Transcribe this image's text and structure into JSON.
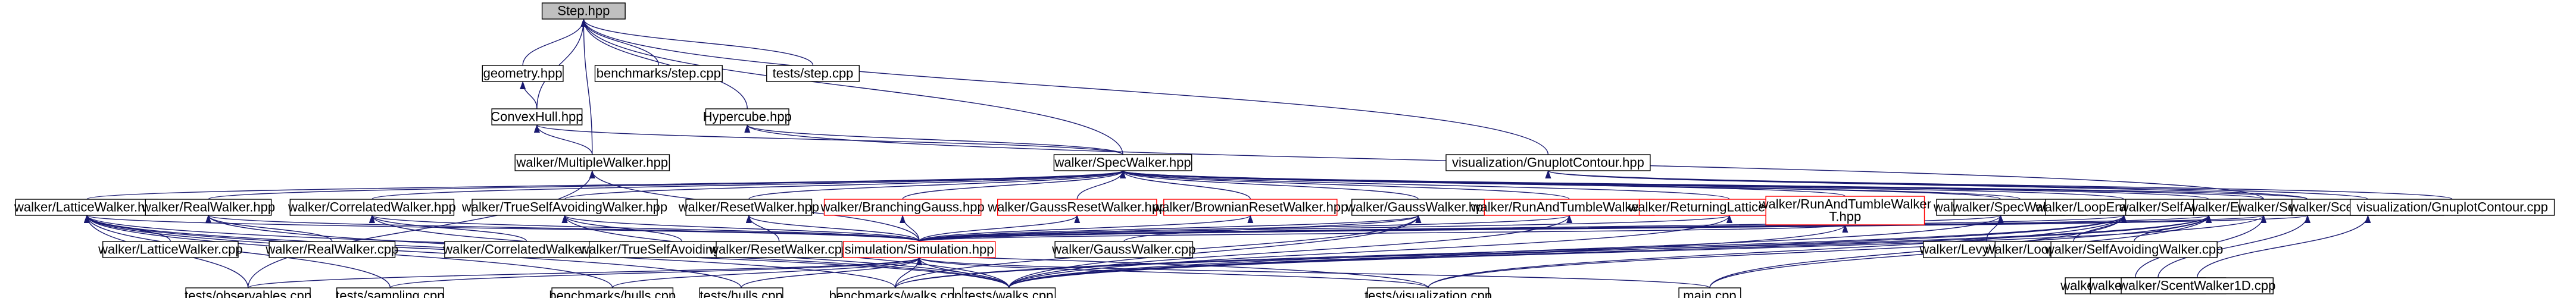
{
  "colors": {
    "background": "#ffffff",
    "node_fill": "#ffffff",
    "node_stroke": "#000000",
    "highlight_fill": "#bfbfbf",
    "highlight_stroke": "#000000",
    "link_stroke": "#ff0000",
    "edge": "#191970",
    "text": "#000000"
  },
  "nodes": [
    {
      "id": "step",
      "label": "Step.hpp",
      "style": "highlight"
    },
    {
      "id": "geometry",
      "label": "geometry.hpp",
      "style": "normal"
    },
    {
      "id": "bench_step",
      "label": "benchmarks/step.cpp",
      "style": "normal"
    },
    {
      "id": "tests_step",
      "label": "tests/step.cpp",
      "style": "normal"
    },
    {
      "id": "convexhull",
      "label": "ConvexHull.hpp",
      "style": "normal"
    },
    {
      "id": "hypercube",
      "label": "Hypercube.hpp",
      "style": "normal"
    },
    {
      "id": "multiple",
      "label": "walker/MultipleWalker.hpp",
      "style": "normal"
    },
    {
      "id": "spec",
      "label": "walker/SpecWalker.hpp",
      "style": "normal"
    },
    {
      "id": "gnuplot",
      "label": "visualization/GnuplotContour.hpp",
      "style": "normal"
    },
    {
      "id": "lattice",
      "label": "walker/LatticeWalker.hpp",
      "style": "normal"
    },
    {
      "id": "real",
      "label": "walker/RealWalker.hpp",
      "style": "normal"
    },
    {
      "id": "correlated",
      "label": "walker/CorrelatedWalker.hpp",
      "style": "normal"
    },
    {
      "id": "truesaw",
      "label": "walker/TrueSelfAvoidingWalker.hpp",
      "style": "normal"
    },
    {
      "id": "reset",
      "label": "walker/ResetWalker.hpp",
      "style": "normal"
    },
    {
      "id": "branching",
      "label": "walker/BranchingGauss.hpp",
      "style": "link"
    },
    {
      "id": "gaussreset",
      "label": "walker/GaussResetWalker.hpp",
      "style": "link"
    },
    {
      "id": "brownreset",
      "label": "walker/BrownianResetWalker.hpp",
      "style": "link"
    },
    {
      "id": "gauss",
      "label": "walker/GaussWalker.hpp",
      "style": "normal"
    },
    {
      "id": "runtumble",
      "label": "walker/RunAndTumbleWalker.hpp",
      "style": "link"
    },
    {
      "id": "returning",
      "label": "walker/ReturningLatticeWalker.hpp",
      "style": "link"
    },
    {
      "id": "runtumblet",
      "label": "walker/RunAndTumbleWalker\nT.hpp",
      "style": "link"
    },
    {
      "id": "levy",
      "label": "walker/LevyWalker.hpp",
      "style": "normal"
    },
    {
      "id": "spec_cpp",
      "label": "walker/SpecWalker.cpp",
      "style": "normal"
    },
    {
      "id": "looperased",
      "label": "walker/LoopErasedWalker.hpp",
      "style": "normal"
    },
    {
      "id": "saw",
      "label": "walker/SelfAvoidingWalker.hpp",
      "style": "normal"
    },
    {
      "id": "escape",
      "label": "walker/EscapeWalker.hpp",
      "style": "normal"
    },
    {
      "id": "scent",
      "label": "walker/ScentWalker.hpp",
      "style": "normal"
    },
    {
      "id": "scent1d",
      "label": "walker/ScentWalker1D.hpp",
      "style": "normal"
    },
    {
      "id": "gnuplot_cpp",
      "label": "visualization/GnuplotContour.cpp",
      "style": "normal"
    },
    {
      "id": "lattice_cpp",
      "label": "walker/LatticeWalker.cpp",
      "style": "normal"
    },
    {
      "id": "real_cpp",
      "label": "walker/RealWalker.cpp",
      "style": "normal"
    },
    {
      "id": "correlated_cpp",
      "label": "walker/CorrelatedWalker.cpp",
      "style": "normal"
    },
    {
      "id": "truesaw_cpp",
      "label": "walker/TrueSelfAvoidingWalker.cpp",
      "style": "normal"
    },
    {
      "id": "reset_cpp",
      "label": "walker/ResetWalker.cpp",
      "style": "normal"
    },
    {
      "id": "simulation",
      "label": "simulation/Simulation.hpp",
      "style": "link"
    },
    {
      "id": "gauss_cpp",
      "label": "walker/GaussWalker.cpp",
      "style": "normal"
    },
    {
      "id": "levy_cpp",
      "label": "walker/LevyWalker.cpp",
      "style": "normal"
    },
    {
      "id": "looperased_cpp",
      "label": "walker/LoopErasedWalker.cpp",
      "style": "normal"
    },
    {
      "id": "saw_cpp",
      "label": "walker/SelfAvoidingWalker.cpp",
      "style": "normal"
    },
    {
      "id": "escape_cpp",
      "label": "walker/EscapeWalker.cpp",
      "style": "normal"
    },
    {
      "id": "scent_cpp",
      "label": "walker/ScentWalker.cpp",
      "style": "normal"
    },
    {
      "id": "scent1d_cpp",
      "label": "walker/ScentWalker1D.cpp",
      "style": "normal"
    },
    {
      "id": "tests_obs",
      "label": "tests/observables.cpp",
      "style": "normal"
    },
    {
      "id": "tests_sampling",
      "label": "tests/sampling.cpp",
      "style": "normal"
    },
    {
      "id": "bench_hulls",
      "label": "benchmarks/hulls.cpp",
      "style": "normal"
    },
    {
      "id": "tests_hulls",
      "label": "tests/hulls.cpp",
      "style": "normal"
    },
    {
      "id": "bench_walks",
      "label": "benchmarks/walks.cpp",
      "style": "normal"
    },
    {
      "id": "tests_walks",
      "label": "tests/walks.cpp",
      "style": "normal"
    },
    {
      "id": "tests_vis",
      "label": "tests/visualization.cpp",
      "style": "normal"
    },
    {
      "id": "main",
      "label": "main.cpp",
      "style": "normal"
    }
  ],
  "edges": [
    [
      "geometry",
      "step"
    ],
    [
      "bench_step",
      "step"
    ],
    [
      "tests_step",
      "step"
    ],
    [
      "convexhull",
      "step"
    ],
    [
      "hypercube",
      "step"
    ],
    [
      "multiple",
      "step"
    ],
    [
      "spec",
      "step"
    ],
    [
      "gnuplot",
      "step"
    ],
    [
      "convexhull",
      "geometry"
    ],
    [
      "multiple",
      "convexhull"
    ],
    [
      "spec",
      "convexhull"
    ],
    [
      "spec",
      "hypercube"
    ],
    [
      "lattice",
      "spec"
    ],
    [
      "real",
      "spec"
    ],
    [
      "correlated",
      "spec"
    ],
    [
      "truesaw",
      "spec"
    ],
    [
      "reset",
      "spec"
    ],
    [
      "branching",
      "spec"
    ],
    [
      "gaussreset",
      "spec"
    ],
    [
      "brownreset",
      "spec"
    ],
    [
      "gauss",
      "spec"
    ],
    [
      "runtumble",
      "spec"
    ],
    [
      "returning",
      "spec"
    ],
    [
      "runtumblet",
      "spec"
    ],
    [
      "levy",
      "spec"
    ],
    [
      "spec_cpp",
      "spec"
    ],
    [
      "looperased",
      "spec"
    ],
    [
      "saw",
      "spec"
    ],
    [
      "escape",
      "spec"
    ],
    [
      "scent",
      "spec"
    ],
    [
      "scent",
      "gnuplot"
    ],
    [
      "scent1d",
      "gnuplot"
    ],
    [
      "gnuplot_cpp",
      "gnuplot"
    ],
    [
      "escape",
      "hypercube"
    ],
    [
      "simulation",
      "multiple"
    ],
    [
      "tests_obs",
      "multiple"
    ],
    [
      "lattice_cpp",
      "lattice"
    ],
    [
      "real_cpp",
      "real"
    ],
    [
      "correlated_cpp",
      "correlated"
    ],
    [
      "truesaw_cpp",
      "truesaw"
    ],
    [
      "reset_cpp",
      "reset"
    ],
    [
      "gauss_cpp",
      "gauss"
    ],
    [
      "levy_cpp",
      "levy"
    ],
    [
      "looperased_cpp",
      "looperased"
    ],
    [
      "saw_cpp",
      "saw"
    ],
    [
      "escape_cpp",
      "escape"
    ],
    [
      "scent_cpp",
      "scent"
    ],
    [
      "scent1d_cpp",
      "scent1d"
    ],
    [
      "simulation",
      "lattice"
    ],
    [
      "simulation",
      "real"
    ],
    [
      "simulation",
      "correlated"
    ],
    [
      "simulation",
      "truesaw"
    ],
    [
      "simulation",
      "reset"
    ],
    [
      "simulation",
      "branching"
    ],
    [
      "simulation",
      "gaussreset"
    ],
    [
      "simulation",
      "brownreset"
    ],
    [
      "simulation",
      "gauss"
    ],
    [
      "simulation",
      "runtumble"
    ],
    [
      "simulation",
      "returning"
    ],
    [
      "simulation",
      "runtumblet"
    ],
    [
      "simulation",
      "levy"
    ],
    [
      "simulation",
      "looperased"
    ],
    [
      "simulation",
      "saw"
    ],
    [
      "simulation",
      "escape"
    ],
    [
      "simulation",
      "scent"
    ],
    [
      "tests_obs",
      "lattice"
    ],
    [
      "tests_sampling",
      "lattice"
    ],
    [
      "bench_hulls",
      "lattice"
    ],
    [
      "bench_walks",
      "lattice"
    ],
    [
      "tests_walks",
      "lattice"
    ],
    [
      "tests_vis",
      "lattice"
    ],
    [
      "tests_hulls",
      "lattice"
    ],
    [
      "tests_walks",
      "real"
    ],
    [
      "tests_walks",
      "correlated"
    ],
    [
      "tests_walks",
      "truesaw"
    ],
    [
      "tests_walks",
      "gauss"
    ],
    [
      "tests_walks",
      "runtumble"
    ],
    [
      "tests_walks",
      "returning"
    ],
    [
      "tests_walks",
      "levy"
    ],
    [
      "tests_walks",
      "looperased"
    ],
    [
      "tests_walks",
      "saw"
    ],
    [
      "tests_walks",
      "escape"
    ],
    [
      "tests_walks",
      "runtumblet"
    ],
    [
      "bench_walks",
      "gauss"
    ],
    [
      "bench_walks",
      "saw"
    ],
    [
      "bench_walks",
      "looperased"
    ],
    [
      "tests_vis",
      "saw"
    ],
    [
      "tests_vis",
      "looperased"
    ],
    [
      "main",
      "looperased"
    ],
    [
      "main",
      "saw"
    ],
    [
      "tests_obs",
      "simulation"
    ],
    [
      "tests_sampling",
      "simulation"
    ],
    [
      "bench_hulls",
      "simulation"
    ],
    [
      "tests_hulls",
      "simulation"
    ],
    [
      "bench_walks",
      "simulation"
    ],
    [
      "tests_walks",
      "simulation"
    ],
    [
      "tests_vis",
      "simulation"
    ],
    [
      "main",
      "simulation"
    ]
  ]
}
